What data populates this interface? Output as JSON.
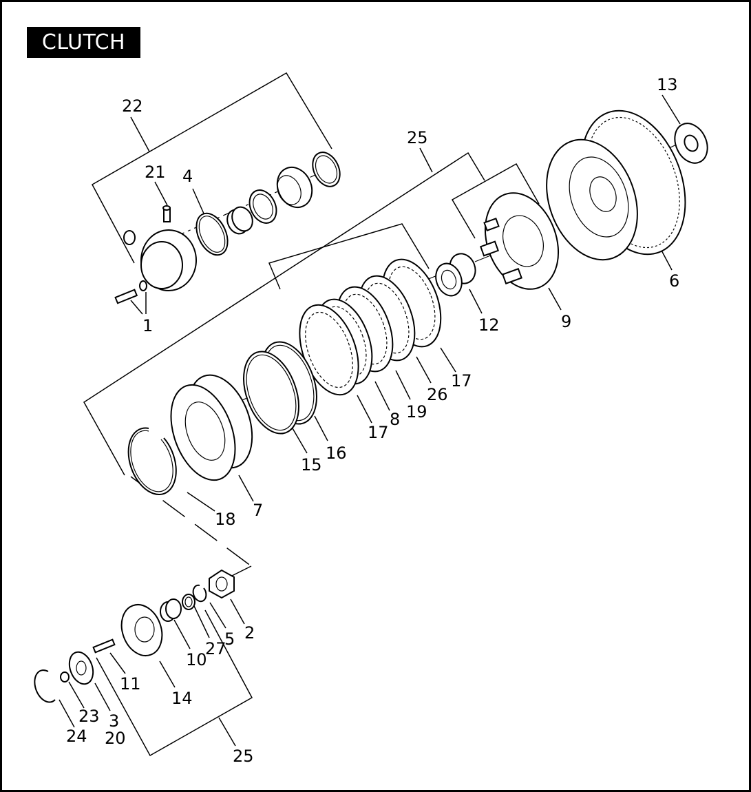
{
  "title": "CLUTCH",
  "callouts": [
    {
      "id": "c1",
      "text": "1"
    },
    {
      "id": "c2",
      "text": "2"
    },
    {
      "id": "c3",
      "text": "3"
    },
    {
      "id": "c4",
      "text": "4"
    },
    {
      "id": "c5",
      "text": "5"
    },
    {
      "id": "c6",
      "text": "6"
    },
    {
      "id": "c7",
      "text": "7"
    },
    {
      "id": "c8",
      "text": "8"
    },
    {
      "id": "c9",
      "text": "9"
    },
    {
      "id": "c10",
      "text": "10"
    },
    {
      "id": "c11",
      "text": "11"
    },
    {
      "id": "c12",
      "text": "12"
    },
    {
      "id": "c13",
      "text": "13"
    },
    {
      "id": "c14",
      "text": "14"
    },
    {
      "id": "c15",
      "text": "15"
    },
    {
      "id": "c16",
      "text": "16"
    },
    {
      "id": "c17a",
      "text": "17"
    },
    {
      "id": "c17b",
      "text": "17"
    },
    {
      "id": "c18",
      "text": "18"
    },
    {
      "id": "c19",
      "text": "19"
    },
    {
      "id": "c20",
      "text": "20"
    },
    {
      "id": "c21",
      "text": "21"
    },
    {
      "id": "c22",
      "text": "22"
    },
    {
      "id": "c23",
      "text": "23"
    },
    {
      "id": "c24",
      "text": "24"
    },
    {
      "id": "c25a",
      "text": "25"
    },
    {
      "id": "c25b",
      "text": "25"
    },
    {
      "id": "c26",
      "text": "26"
    },
    {
      "id": "c27",
      "text": "27"
    }
  ]
}
